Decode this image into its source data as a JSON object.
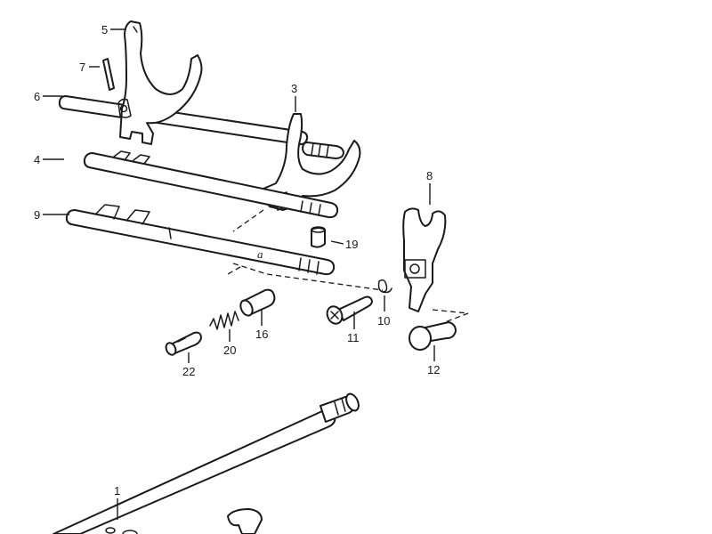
{
  "diagram": {
    "parts": [
      {
        "id": "p1",
        "label": "1"
      },
      {
        "id": "p3",
        "label": "3"
      },
      {
        "id": "p4",
        "label": "4"
      },
      {
        "id": "p5",
        "label": "5"
      },
      {
        "id": "p6",
        "label": "6"
      },
      {
        "id": "p7",
        "label": "7"
      },
      {
        "id": "p8",
        "label": "8"
      },
      {
        "id": "p9",
        "label": "9"
      },
      {
        "id": "p10",
        "label": "10"
      },
      {
        "id": "p11",
        "label": "11"
      },
      {
        "id": "p12",
        "label": "12"
      },
      {
        "id": "p16",
        "label": "16"
      },
      {
        "id": "p19",
        "label": "19"
      },
      {
        "id": "p20",
        "label": "20"
      },
      {
        "id": "p22",
        "label": "22"
      }
    ],
    "marks": {
      "rod_mark": "a"
    }
  }
}
